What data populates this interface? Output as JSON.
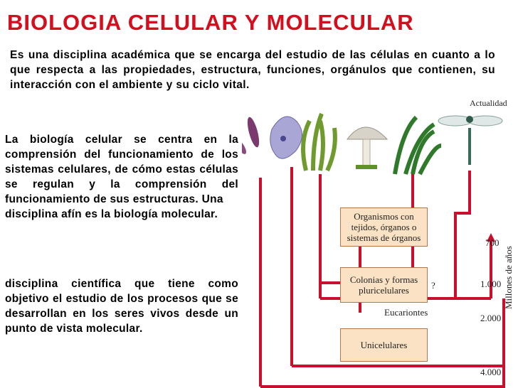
{
  "title": "BIOLOGIA CELULAR Y MOLECULAR",
  "intro": "Es una disciplina académica que se encarga del estudio de las células en cuanto a lo que respecta a las propiedades, estructura, funciones, orgánulos que contienen, su interacción con el ambiente y su ciclo vital.",
  "paragraph1": {
    "main": "La biología celular se centra en la comprensión del funcionamiento de los sistemas celulares, de cómo estas células se regulan y la comprensión del funcionamiento de sus estructuras. Una",
    "tail": "disciplina afín es la biología molecular."
  },
  "paragraph2": "disciplina científica que tiene como objetivo el estudio de los procesos que se desarrollan en los seres vivos desde un punto de vista molecular.",
  "diagram": {
    "actualidad": "Actualidad",
    "box_tissues": "Organismos con tejidos, órganos o sistemas de órganos",
    "box_colonies": "Colonias y formas pluricelulares",
    "box_unicellular": "Unicelulares",
    "label_eucariontes": "Eucariontes",
    "question": "?",
    "scale": [
      "700",
      "1.000",
      "2.000",
      "4.000"
    ],
    "scale_label": "Millones de años",
    "colors": {
      "branch": "#c8102e",
      "box_fill": "#fbe2c4",
      "title": "#d40e1c"
    },
    "organisms": [
      "bacteria-illustration",
      "protozoan-illustration",
      "seaweed-illustration",
      "mushroom-illustration",
      "fern-illustration",
      "dragonfly-illustration"
    ]
  }
}
